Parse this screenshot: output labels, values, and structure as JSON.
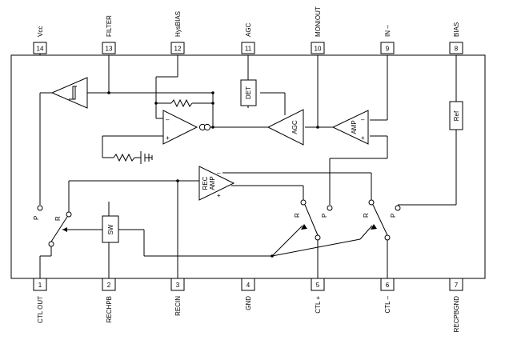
{
  "top_pins": [
    {
      "num": "14",
      "label": "Vcc"
    },
    {
      "num": "13",
      "label": "FILTER"
    },
    {
      "num": "12",
      "label": "HysBIAS"
    },
    {
      "num": "11",
      "label": "AGC"
    },
    {
      "num": "10",
      "label": "MONIOUT"
    },
    {
      "num": "9",
      "label": "IN –"
    },
    {
      "num": "8",
      "label": "BIAS"
    }
  ],
  "bottom_pins": [
    {
      "num": "1",
      "label": "CTL OUT"
    },
    {
      "num": "2",
      "label": "RECHPB"
    },
    {
      "num": "3",
      "label": "RECIN"
    },
    {
      "num": "4",
      "label": "GND"
    },
    {
      "num": "5",
      "label": "CTL +"
    },
    {
      "num": "6",
      "label": "CTL –"
    },
    {
      "num": "7",
      "label": "RECPBGND"
    }
  ],
  "blocks": {
    "det": "DET",
    "agc": "AGC",
    "amp": "AMP",
    "rec_amp_1": "REC",
    "rec_amp_2": "AMP",
    "sw": "SW",
    "ref": "Ref"
  },
  "switch_labels": {
    "p": "P",
    "r": "R"
  },
  "signs": {
    "minus": "–",
    "plus": "+"
  }
}
